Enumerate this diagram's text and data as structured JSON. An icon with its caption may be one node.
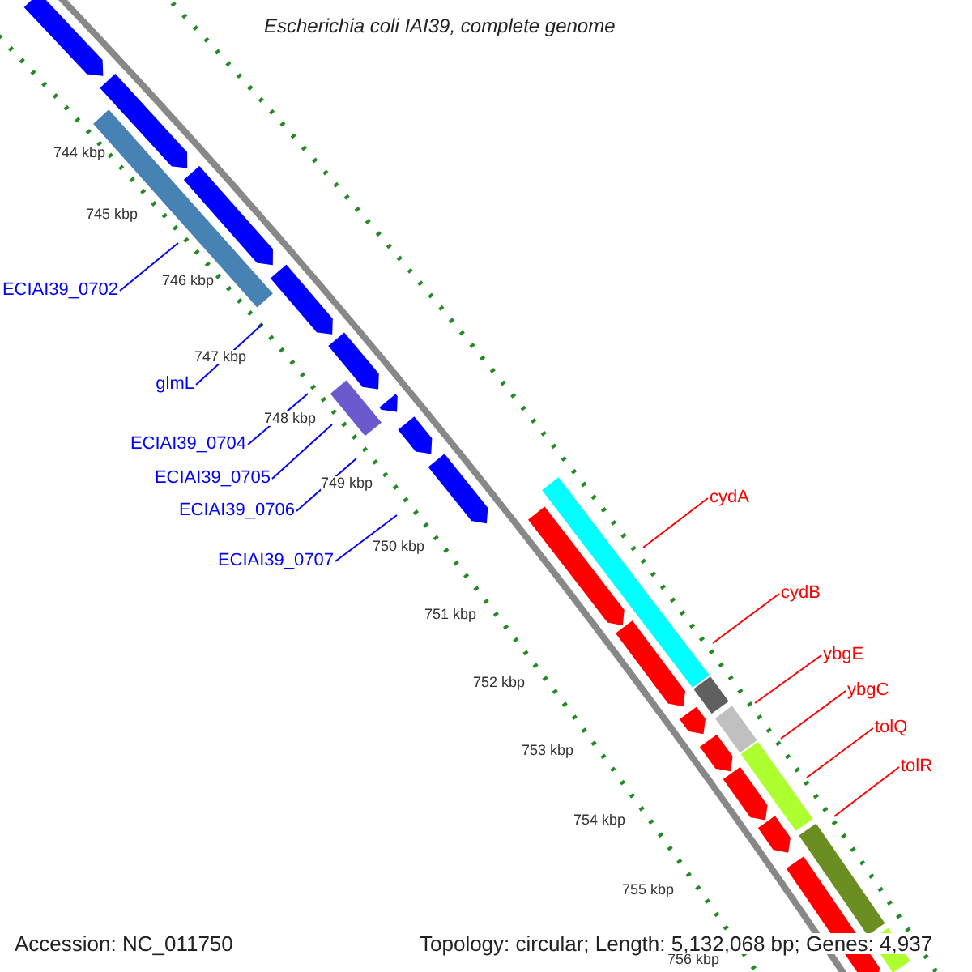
{
  "diagram": {
    "title": "Escherichia coli IAI39, complete genome",
    "nodes": [
      {
        "text": [
          "ECIAI39_0702"
        ]
      },
      {
        "text": [
          "glmL"
        ]
      },
      {
        "text": [
          "ECIAI39_0704"
        ]
      },
      {
        "text": [
          "ECIAI39_0705"
        ]
      },
      {
        "text": [
          "ECIAI39_0706"
        ]
      },
      {
        "text": [
          "ECIAI39_0707"
        ]
      },
      {
        "text": [
          "cydA"
        ]
      },
      {
        "text": [
          "cydB"
        ]
      },
      {
        "text": [
          "ybgE"
        ]
      },
      {
        "text": [
          "ybgC"
        ]
      },
      {
        "text": [
          "tolQ"
        ]
      },
      {
        "text": [
          "tolR"
        ]
      }
    ],
    "edges": [
      {
        "from": 0,
        "to": null,
        "arrow": "none",
        "color": "#0000ff"
      },
      {
        "from": 1,
        "to": null,
        "arrow": "none",
        "color": "#0000ff"
      },
      {
        "from": 2,
        "to": null,
        "arrow": "none",
        "color": "#0000ff"
      },
      {
        "from": 3,
        "to": null,
        "arrow": "none",
        "color": "#0000ff"
      },
      {
        "from": 4,
        "to": null,
        "arrow": "none",
        "color": "#0000ff"
      },
      {
        "from": 5,
        "to": null,
        "arrow": "none",
        "color": "#0000ff"
      },
      {
        "from": 6,
        "to": null,
        "arrow": "none",
        "color": "#ff0000"
      },
      {
        "from": 7,
        "to": null,
        "arrow": "none",
        "color": "#ff0000"
      },
      {
        "from": 8,
        "to": null,
        "arrow": "none",
        "color": "#ff0000"
      },
      {
        "from": 9,
        "to": null,
        "arrow": "none",
        "color": "#ff0000"
      },
      {
        "from": 10,
        "to": null,
        "arrow": "none",
        "color": "#ff0000"
      },
      {
        "from": 11,
        "to": null,
        "arrow": "none",
        "color": "#ff0000"
      }
    ],
    "labels": [
      "744 kbp",
      "745 kbp",
      "746 kbp",
      "747 kbp",
      "748 kbp",
      "749 kbp",
      "750 kbp",
      "751 kbp",
      "752 kbp",
      "753 kbp",
      "754 kbp",
      "755 kbp",
      "756 kbp",
      "Accession: NC_011750",
      "Topology: circular; Length: 5,132,068 bp; Genes: 4,937"
    ]
  }
}
